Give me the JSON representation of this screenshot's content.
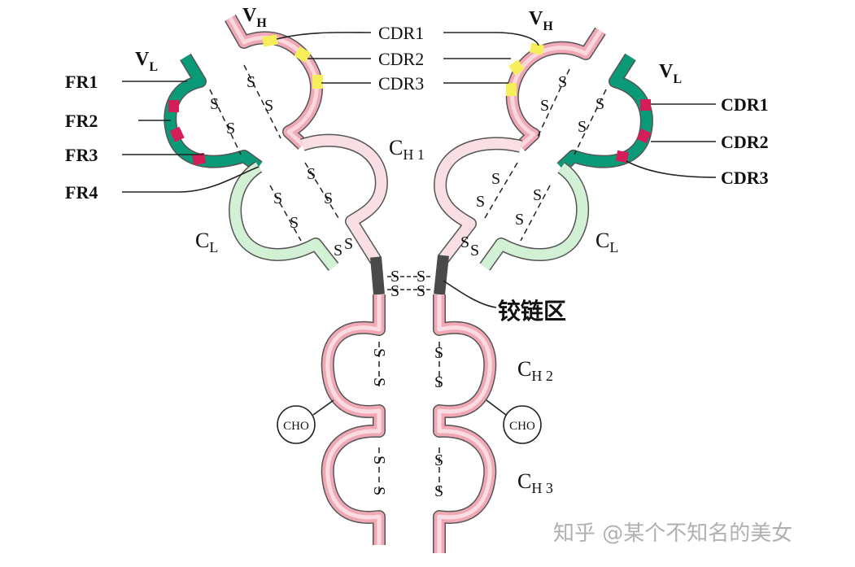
{
  "heavy_chain": {
    "variable": {
      "main": "V",
      "sub": "H"
    },
    "ch1": {
      "main": "C",
      "sub": "H 1"
    },
    "ch2": {
      "main": "C",
      "sub": "H 2"
    },
    "ch3": {
      "main": "C",
      "sub": "H 3"
    },
    "cdr_labels": [
      "CDR1",
      "CDR2",
      "CDR3"
    ]
  },
  "light_chain": {
    "variable": {
      "main": "V",
      "sub": "L"
    },
    "constant": {
      "main": "C",
      "sub": "L"
    },
    "fr_labels": [
      "FR1",
      "FR2",
      "FR3",
      "FR4"
    ],
    "cdr_labels": [
      "CDR1",
      "CDR2",
      "CDR3"
    ]
  },
  "hinge_label": "铰链区",
  "carbohydrate_label": "CHO",
  "disulfide_symbol": "S",
  "watermark": "知乎 @某个不知名的美女",
  "colors": {
    "heavy_chain": "#f0a8b4",
    "heavy_chain_pale": "#f9dfe4",
    "light_variable": "#0a9a78",
    "light_constant": "#d2f0d4",
    "heavy_cdr": "#f7ef5a",
    "light_cdr": "#d41e5a",
    "hinge": "#4a4a4a"
  }
}
